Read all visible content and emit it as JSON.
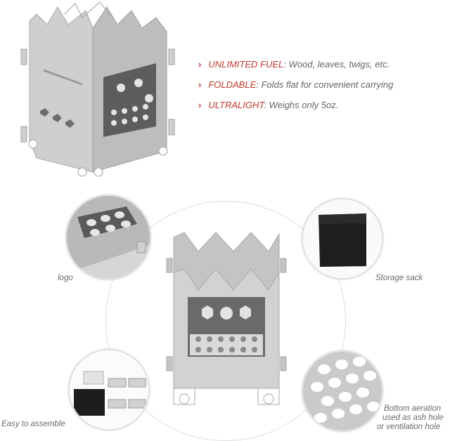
{
  "features": [
    {
      "key": "UNLIMITED FUEL",
      "text": ": Wood, leaves, twigs, etc."
    },
    {
      "key": "FOLDABLE",
      "text": ": Folds flat for convenient carrying"
    },
    {
      "key": "ULTRALIGHT",
      "text": ": Weighs only 5oz."
    }
  ],
  "captions": {
    "logo": "logo",
    "storage": "Storage sack",
    "assemble": "Easy to assemble",
    "aeration_1": "Bottom aeration",
    "aeration_2": "used as ash hole",
    "aeration_3": "or ventilation hole"
  },
  "icons": [
    "chevron-right-icon"
  ],
  "colors": {
    "accent": "#c0392b",
    "steel": "#c8c8c8",
    "steel_dark": "#9a9a9a"
  }
}
